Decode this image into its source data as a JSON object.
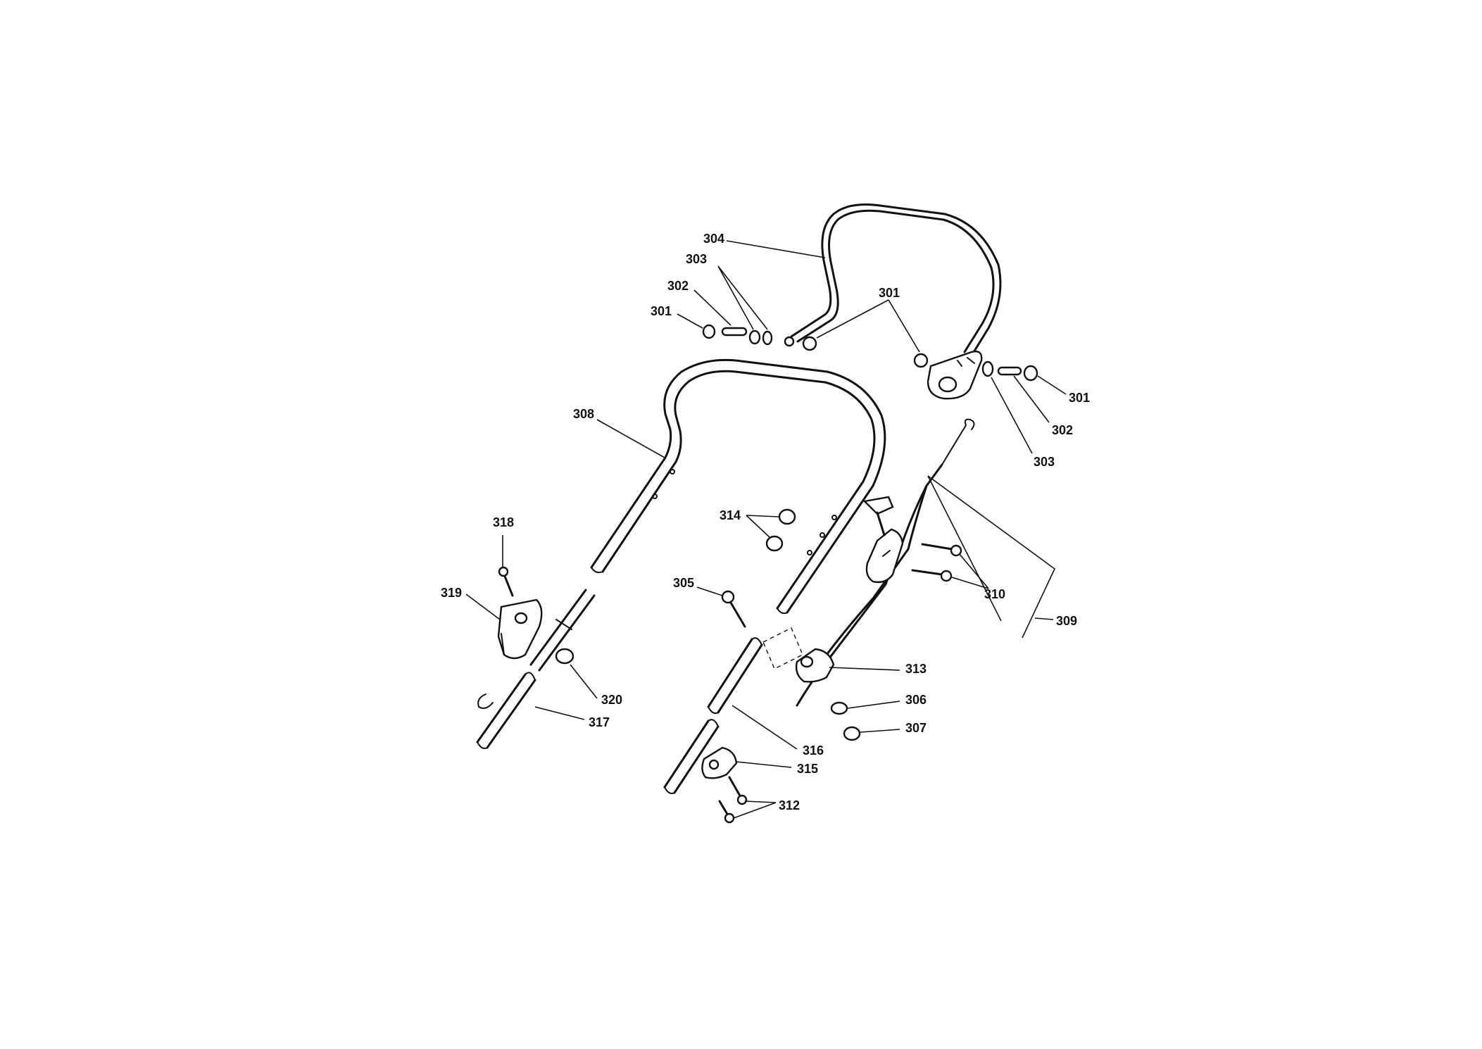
{
  "diagram": {
    "labels": {
      "l304": "304",
      "l303a": "303",
      "l302a": "302",
      "l301a": "301",
      "l301b": "301",
      "l301c": "301",
      "l302b": "302",
      "l303b": "303",
      "l308": "308",
      "l314": "314",
      "l318": "318",
      "l319": "319",
      "l305": "305",
      "l310": "310",
      "l309": "309",
      "l313": "313",
      "l320": "320",
      "l306": "306",
      "l317": "317",
      "l307": "307",
      "l316": "316",
      "l315": "315",
      "l312": "312"
    }
  }
}
